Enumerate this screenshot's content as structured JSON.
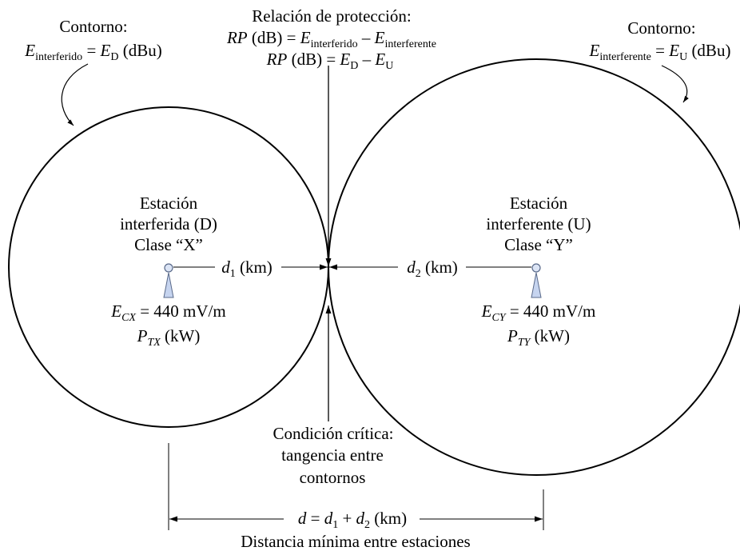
{
  "top": {
    "title": "Relación de protección:",
    "eq1": {
      "rp": "RP",
      "db": " (dB) = ",
      "e": "E",
      "sub1": "interferido",
      "minus": " – ",
      "sub2": "interferente"
    },
    "eq2": {
      "rp": "RP",
      "db": " (dB) = ",
      "e": "E",
      "sub1": "D",
      "minus": " – ",
      "sub2": "U"
    }
  },
  "contour_left": {
    "title": "Contorno:",
    "e": "E",
    "sub": "interferido",
    "eq": " = ",
    "e2": "E",
    "sub2": "D",
    "unit": " (dBu)"
  },
  "contour_right": {
    "title": "Contorno:",
    "e": "E",
    "sub": "interferente",
    "eq": " = ",
    "e2": "E",
    "sub2": "U",
    "unit": " (dBu)"
  },
  "station_left": {
    "line1": "Estación",
    "line2": "interferida (D)",
    "line3": "Clase “X”",
    "field": {
      "e": "E",
      "sub": "CX",
      "rest": " = 440 mV/m"
    },
    "power": {
      "p": "P",
      "sub": "TX",
      "rest": " (kW)"
    }
  },
  "station_right": {
    "line1": "Estación",
    "line2": "interferente (U)",
    "line3": "Clase “Y”",
    "field": {
      "e": "E",
      "sub": "CY",
      "rest": " = 440 mV/m"
    },
    "power": {
      "p": "P",
      "sub": "TY",
      "rest": " (kW)"
    }
  },
  "d1": {
    "d": "d",
    "sub": "1",
    "unit": " (km)"
  },
  "d2": {
    "d": "d",
    "sub": "2",
    "unit": " (km)"
  },
  "critical": {
    "line1": "Condición crítica:",
    "line2": "tangencia entre",
    "line3": "contornos"
  },
  "total": {
    "d": "d",
    "eq": " = ",
    "d1": "d",
    "s1": "1",
    "plus": " + ",
    "d2": "d",
    "s2": "2",
    "unit": " (km)"
  },
  "bottom_label": "Distancia mínima entre estaciones",
  "colors": {
    "line": "#000000",
    "antenna_fill": "#c6d4ef",
    "antenna_stroke": "#5a6a8a"
  }
}
